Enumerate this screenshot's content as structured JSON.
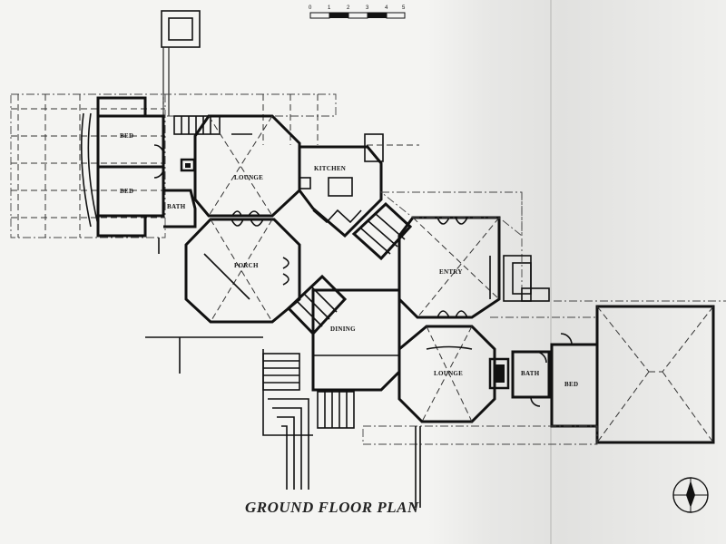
{
  "title": "GROUND FLOOR PLAN",
  "scale_bar": {
    "ticks": [
      "0",
      "1",
      "2",
      "3",
      "4",
      "5"
    ]
  },
  "rooms": {
    "bed_1": "BED",
    "bed_2": "BED",
    "bath_1": "BATH",
    "lounge_1": "LOUNGE",
    "kitchen": "KITCHEN",
    "porch": "PORCH",
    "entry": "ENTRY",
    "dining": "DINING",
    "lounge_2": "LOUNGE",
    "bath_2": "BATH",
    "bed_3": "BED"
  }
}
